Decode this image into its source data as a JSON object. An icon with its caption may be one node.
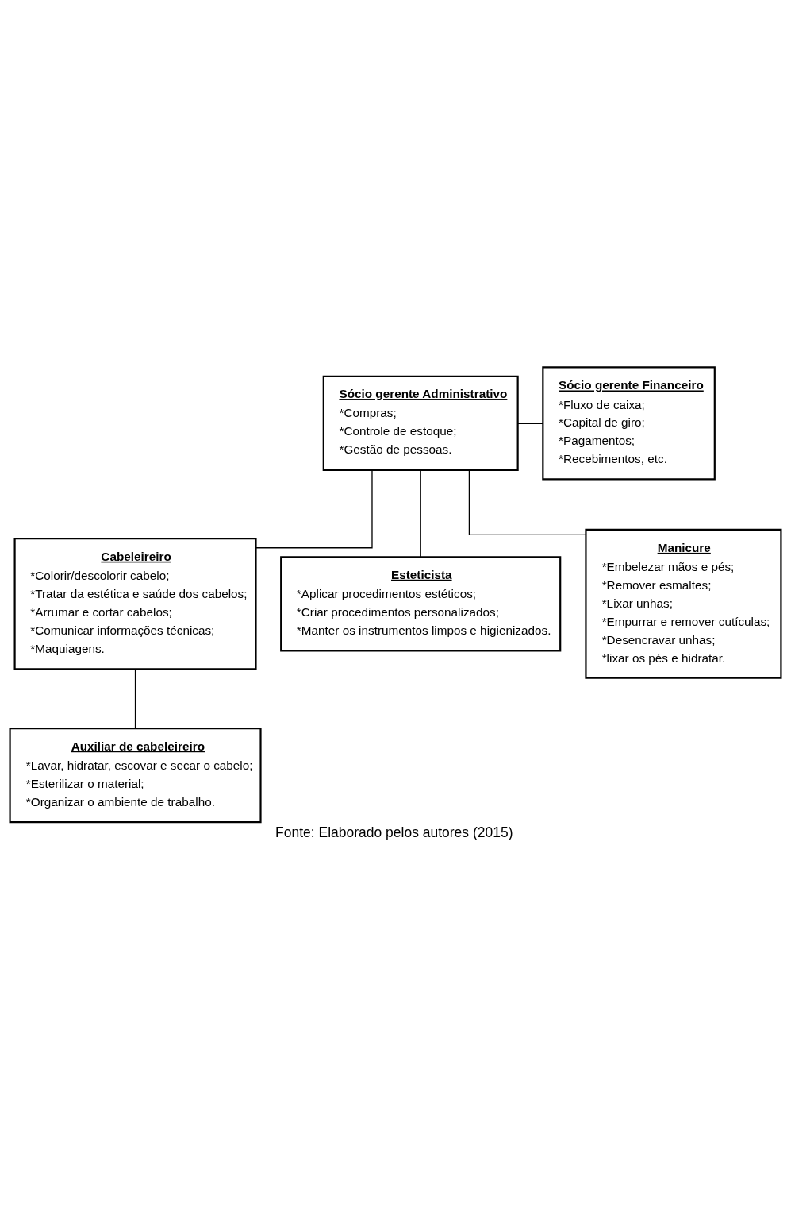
{
  "diagram": {
    "caption": "Fonte: Elaborado pelos autores (2015)",
    "nodes": [
      {
        "text": [
          "Sócio gerente Administrativo",
          "*Compras;",
          "*Controle de estoque;",
          "*Gestão de pessoas."
        ]
      },
      {
        "text": [
          "Sócio gerente Financeiro",
          "*Fluxo de caixa;",
          "*Capital de giro;",
          "*Pagamentos;",
          "*Recebimentos, etc."
        ]
      },
      {
        "text": [
          "Cabeleireiro",
          "*Colorir/descolorir cabelo;",
          "*Tratar da estética e saúde dos cabelos;",
          "*Arrumar e cortar cabelos;",
          "*Comunicar informações técnicas;",
          "*Maquiagens."
        ]
      },
      {
        "text": [
          "Esteticista",
          "*Aplicar procedimentos estéticos;",
          "*Criar procedimentos personalizados;",
          "*Manter os instrumentos limpos e higienizados."
        ]
      },
      {
        "text": [
          "Manicure",
          "*Embelezar mãos e pés;",
          "*Remover esmaltes;",
          "*Lixar unhas;",
          "*Empurrar e remover cutículas;",
          "*Desencravar unhas;",
          "*lixar os pés e hidratar."
        ]
      },
      {
        "text": [
          "Auxiliar de cabeleireiro",
          "*Lavar, hidratar, escovar e secar o cabelo;",
          "*Esterilizar o material;",
          "*Organizar o ambiente de trabalho."
        ]
      }
    ],
    "edges": [
      {
        "from": 0,
        "to": 1,
        "arrow": "none"
      },
      {
        "from": 0,
        "to": 2,
        "arrow": "none"
      },
      {
        "from": 0,
        "to": 3,
        "arrow": "none"
      },
      {
        "from": 0,
        "to": 4,
        "arrow": "none"
      },
      {
        "from": 2,
        "to": 5,
        "arrow": "none"
      }
    ]
  }
}
